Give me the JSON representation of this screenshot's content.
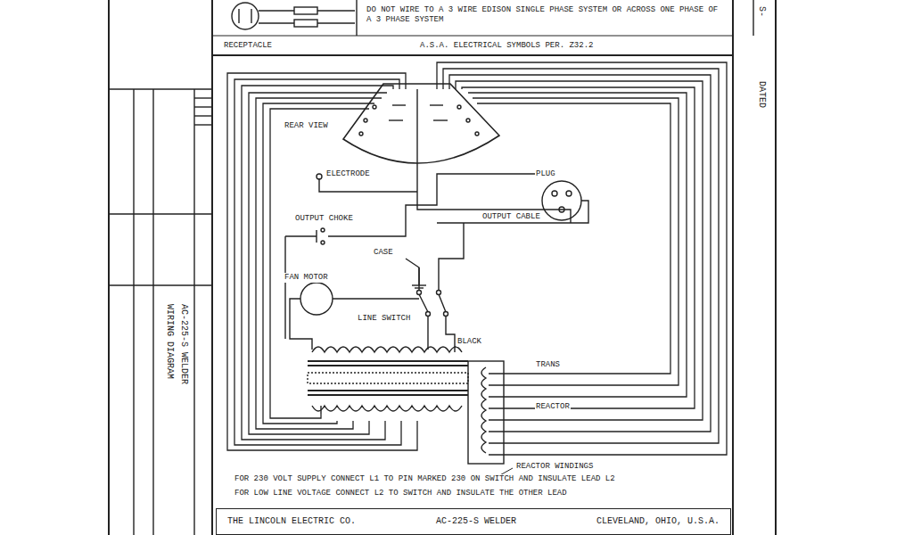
{
  "diagram": {
    "nodes": [
      {
        "text": [
          "THE LINCOLN ELECTRIC CO.",
          "AC-225-S WELDER",
          "CLEVELAND, OHIO, U.S.A."
        ]
      }
    ],
    "labels": [
      "DO NOT WIRE TO A 3 WIRE EDISON SINGLE PHASE SYSTEM OR ACROSS ONE PHASE OF A 3 PHASE SYSTEM",
      "RECEPTACLE",
      "A.S.A. ELECTRICAL SYMBOLS PER. Z32.2",
      "REAR VIEW",
      "ELECTRODE",
      "OUTPUT CHOKE",
      "PLUG",
      "OUTPUT CABLE",
      "CASE",
      "FAN MOTOR",
      "LINE SWITCH",
      "BLACK",
      "TRANS",
      "REACTOR",
      "REACTOR WINDINGS",
      "FOR 230 VOLT SUPPLY CONNECT L1 TO PIN MARKED 230 ON SWITCH AND INSULATE LEAD L2",
      "FOR LOW LINE VOLTAGE CONNECT L2 TO SWITCH AND INSULATE THE OTHER LEAD",
      "AC-225-S WELDER",
      "WIRING DIAGRAM",
      "DATED",
      "S-"
    ]
  }
}
